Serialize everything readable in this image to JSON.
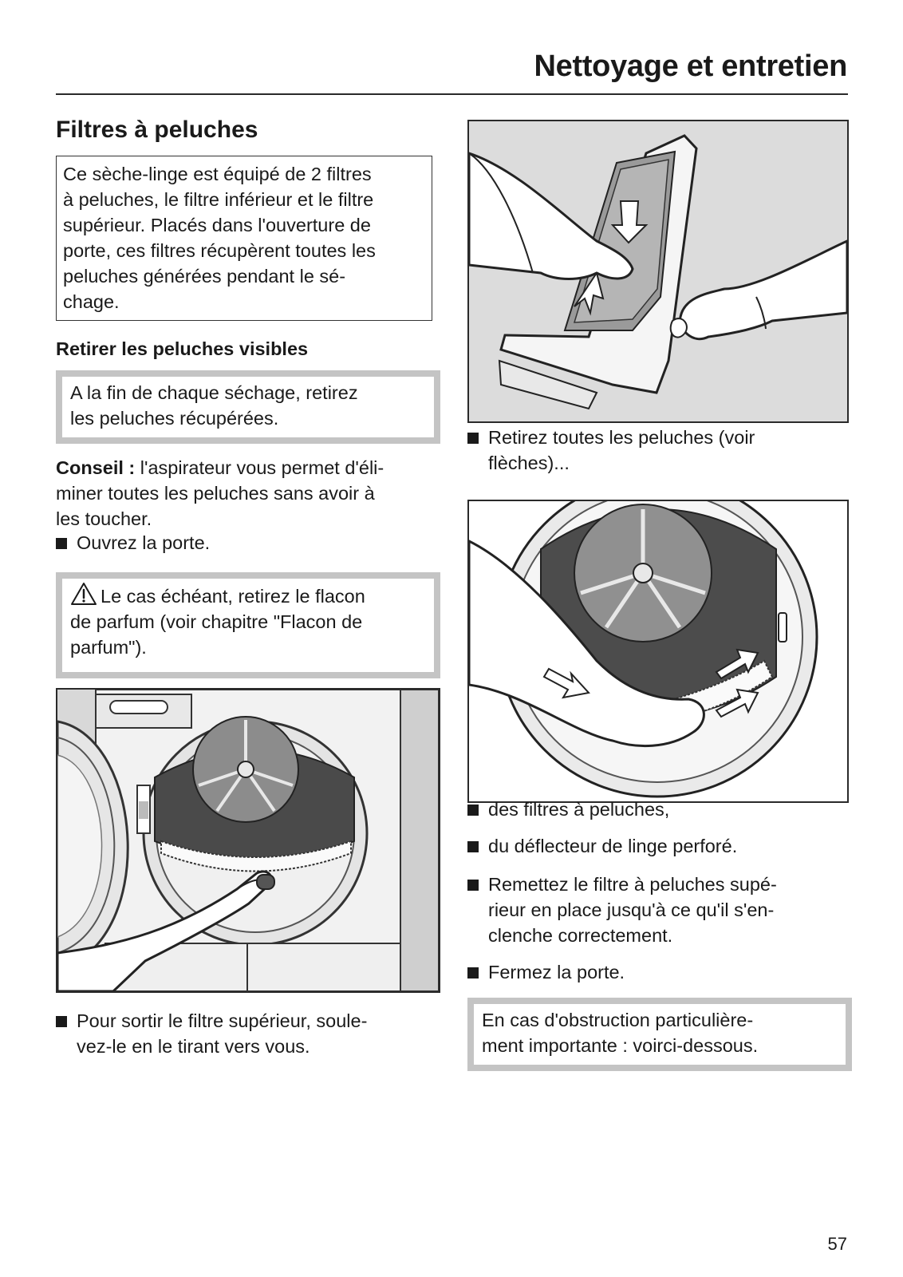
{
  "header": {
    "title": "Nettoyage et entretien"
  },
  "section": {
    "title": "Filtres à peluches",
    "intro_lines": [
      "Ce sèche-linge est équipé de 2 filtres",
      "à peluches, le filtre inférieur et le filtre",
      "supérieur. Placés dans l'ouverture de",
      "porte, ces filtres récupèrent toutes les",
      "peluches générées pendant le sé-",
      "chage."
    ]
  },
  "left_column": {
    "subheading": "Retirer les peluches visibles",
    "box_lines": [
      "A la fin de chaque séchage, retirez",
      "les peluches récupérées."
    ],
    "tip_label": "Conseil :",
    "tip_lines": [
      " l'aspirateur vous permet d'éli-",
      "miner toutes les peluches sans avoir à",
      "les toucher."
    ],
    "step_open_door": "Ouvrez la porte.",
    "warning_icon": "warning-triangle-icon",
    "warning_lines": [
      "Le cas échéant, retirez le flacon",
      "de parfum (voir chapitre \"Flacon de",
      "parfum\")."
    ],
    "step_remove_upper": [
      "Pour sortir le filtre supérieur, soule-",
      "vez-le en le tirant vers vous."
    ]
  },
  "right_column": {
    "step_remove_lint": [
      "Retirez toutes les peluches (voir",
      "flèches)..."
    ],
    "bullets": [
      {
        "lines": [
          "des filtres à peluches,"
        ]
      },
      {
        "lines": [
          "du déflecteur de linge perforé."
        ]
      },
      {
        "lines": [
          "Remettez le filtre à peluches supé-",
          "rieur en place jusqu'à ce qu'il s'en-",
          "clenche correctement."
        ]
      },
      {
        "lines": [
          "Fermez la porte."
        ]
      }
    ],
    "box_lines": [
      "En cas d'obstruction particulière-",
      "ment importante : voirci-dessous."
    ]
  },
  "page_number": "57"
}
